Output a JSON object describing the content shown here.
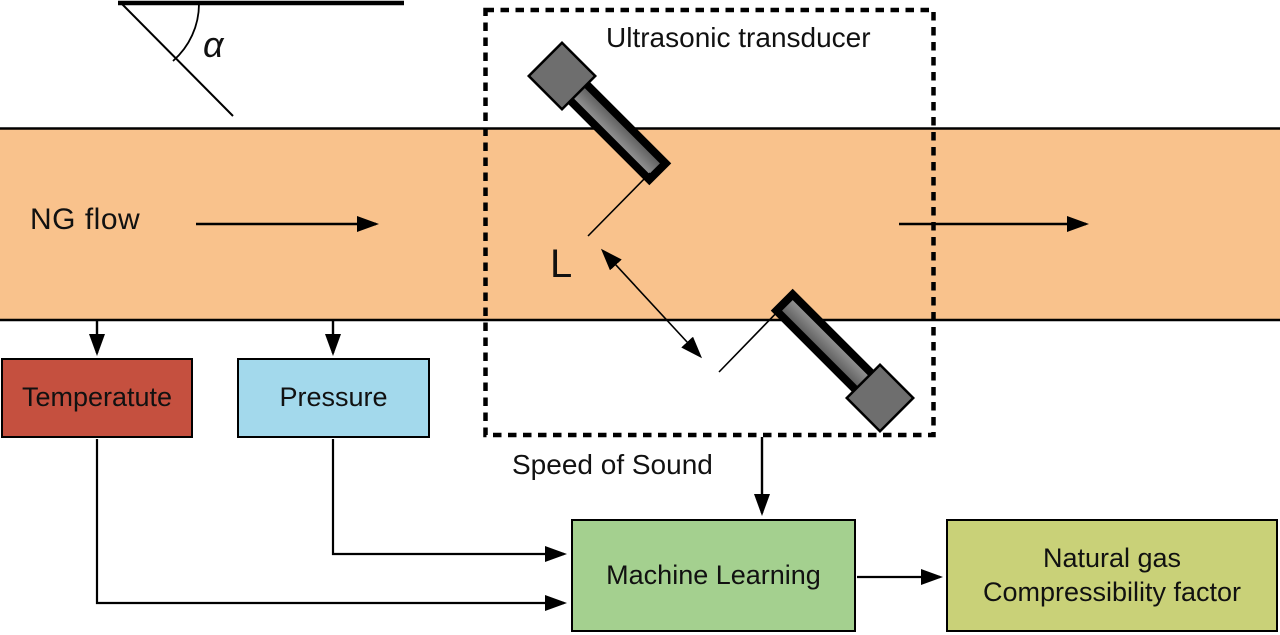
{
  "figure": {
    "pipe": {
      "label": "NG flow"
    },
    "angle": {
      "label": "α"
    },
    "transducer_box": {
      "label": "Ultrasonic transducer"
    },
    "sound_path": {
      "length_label": "L"
    },
    "speed_of_sound": {
      "label": "Speed of Sound"
    },
    "boxes": {
      "temperature": {
        "label": "Temperatute"
      },
      "pressure": {
        "label": "Pressure"
      },
      "machine_learning": {
        "label": "Machine Learning"
      },
      "output": {
        "line1": "Natural gas",
        "line2": "Compressibility factor"
      }
    }
  },
  "colors": {
    "pipe": "#f9c28c",
    "temperature_box": "#c5503f",
    "pressure_box": "#a3d9ec",
    "machine_learning_box": "#a4d08f",
    "output_box": "#c9d178",
    "transducer_head": "#6e6e6e",
    "transducer_barrel_light": "#9c9c9c",
    "transducer_barrel_dark": "#565656",
    "line": "#000000",
    "text": "#111111"
  }
}
